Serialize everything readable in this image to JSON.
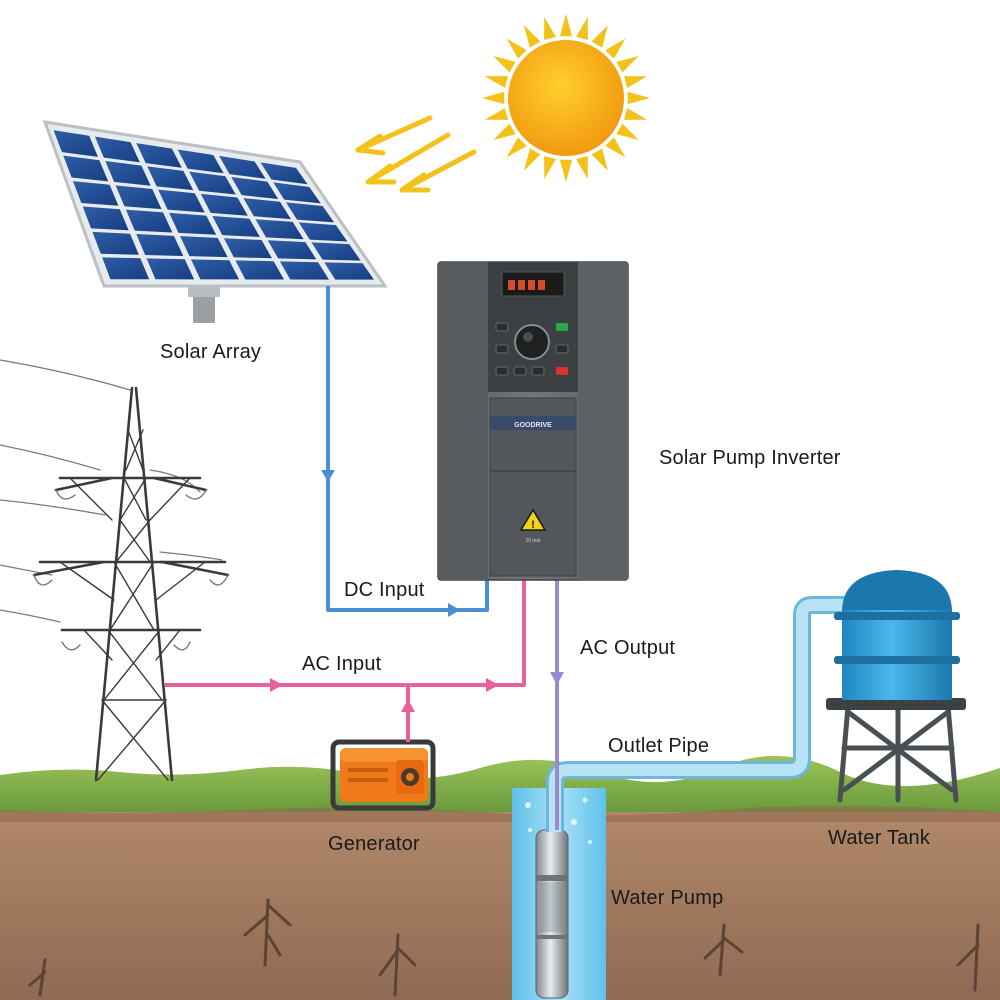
{
  "labels": {
    "solar_array": "Solar Array",
    "solar_pump_inverter": "Solar Pump Inverter",
    "dc_input": "DC Input",
    "ac_input": "AC Input",
    "ac_output": "AC Output",
    "outlet_pipe": "Outlet Pipe",
    "generator": "Generator",
    "water_tank": "Water Tank",
    "water_pump": "Water Pump"
  },
  "inverter": {
    "brand": "GOODRIVE",
    "warning_caption": "10 min"
  },
  "colors": {
    "dc_line": "#4a8fd4",
    "ac_input_line": "#e8629a",
    "ac_output_line": "#9a8ad0",
    "outlet_pipe": "#9fd3ee",
    "tank": "#2a9fd6",
    "sun": "#f5b818",
    "sun_rays": "#f2c21a",
    "generator": "#f07a1a",
    "grass": "#7fae4a",
    "soil": "#a77f63"
  }
}
